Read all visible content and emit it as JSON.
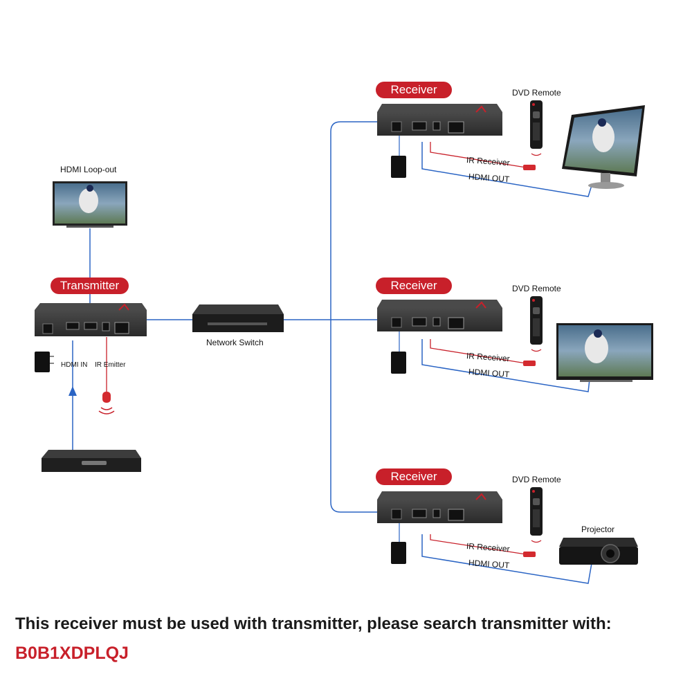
{
  "colors": {
    "accent_red": "#c8202a",
    "cable_blue": "#2a64c4",
    "device_dark": "#2b2b2b"
  },
  "transmitter": {
    "badge": "Transmitter",
    "loopout_label": "HDMI Loop-out",
    "hdmi_in_label": "HDMI IN",
    "ir_emitter_label": "IR Emitter"
  },
  "network_switch": {
    "label": "Network Switch"
  },
  "receivers": [
    {
      "badge": "Receiver",
      "remote_label": "DVD Remote",
      "ir_label": "IR Receiver",
      "hdmi_label": "HDMI OUT",
      "display": "monitor-icon"
    },
    {
      "badge": "Receiver",
      "remote_label": "DVD Remote",
      "ir_label": "IR Receiver",
      "hdmi_label": "HDMI OUT",
      "display": "tv-icon"
    },
    {
      "badge": "Receiver",
      "remote_label": "DVD Remote",
      "ir_label": "IR Receiver",
      "hdmi_label": "HDMI OUT",
      "display": "projector-icon",
      "display_label": "Projector"
    }
  ],
  "footer": {
    "notice": "This receiver must be used with transmitter, please search transmitter with:",
    "product_code": "B0B1XDPLQJ"
  }
}
